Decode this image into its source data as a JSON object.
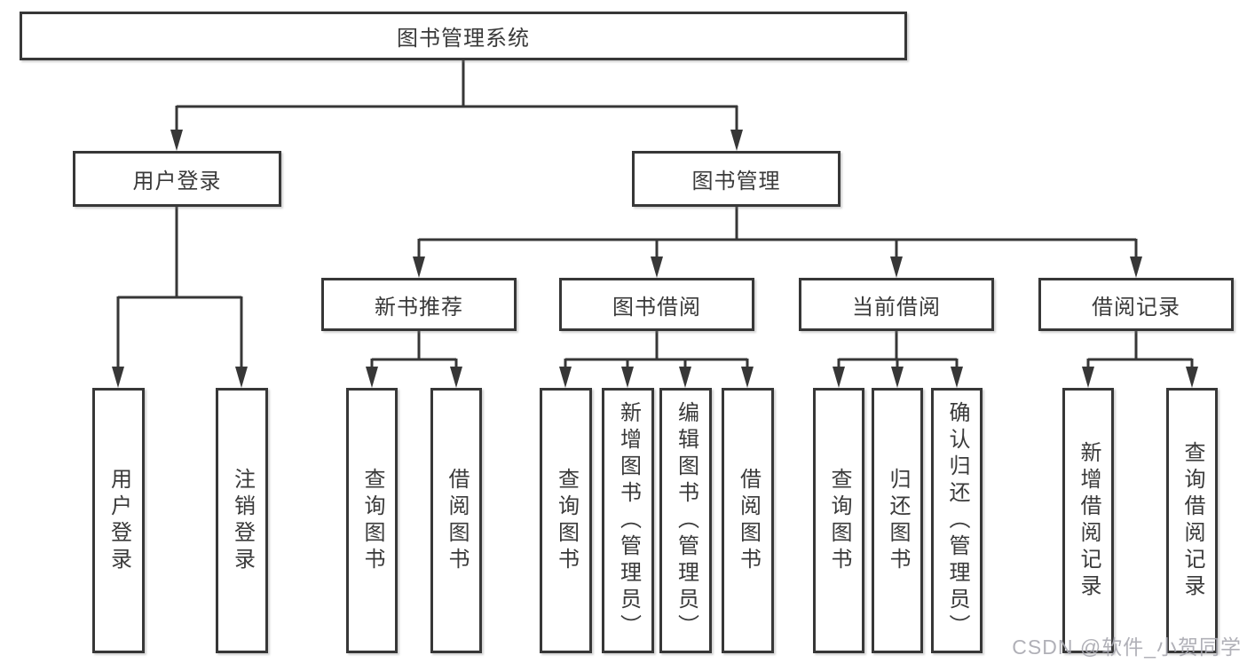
{
  "diagram": {
    "root": {
      "label": "图书管理系统"
    },
    "level2": [
      {
        "id": "user-login",
        "label": "用户登录"
      },
      {
        "id": "book-management",
        "label": "图书管理"
      }
    ],
    "level3": [
      {
        "id": "new-book-recommend",
        "parent": "图书管理",
        "label": "新书推荐"
      },
      {
        "id": "book-borrow",
        "parent": "图书管理",
        "label": "图书借阅"
      },
      {
        "id": "current-borrow",
        "parent": "图书管理",
        "label": "当前借阅"
      },
      {
        "id": "borrow-records",
        "parent": "图书管理",
        "label": "借阅记录"
      }
    ],
    "leaves": [
      {
        "parent": "用户登录",
        "label": "用户登录"
      },
      {
        "parent": "用户登录",
        "label": "注销登录"
      },
      {
        "parent": "新书推荐",
        "label": "查询图书"
      },
      {
        "parent": "新书推荐",
        "label": "借阅图书"
      },
      {
        "parent": "图书借阅",
        "label": "查询图书"
      },
      {
        "parent": "图书借阅",
        "label": "新增图书（管理员）"
      },
      {
        "parent": "图书借阅",
        "label": "编辑图书（管理员）"
      },
      {
        "parent": "图书借阅",
        "label": "借阅图书"
      },
      {
        "parent": "当前借阅",
        "label": "查询图书"
      },
      {
        "parent": "当前借阅",
        "label": "归还图书"
      },
      {
        "parent": "当前借阅",
        "label": "确认归还（管理员）"
      },
      {
        "parent": "借阅记录",
        "label": "新增借阅记录"
      },
      {
        "parent": "借阅记录",
        "label": "查询借阅记录"
      }
    ]
  },
  "watermark": {
    "text": "CSDN @软件_小贺同学"
  },
  "colors": {
    "line": "#373737",
    "text": "#3a3a3a",
    "box_bg": "#ffffff",
    "watermark": "#a8a8b0",
    "background": "#ffffff"
  }
}
